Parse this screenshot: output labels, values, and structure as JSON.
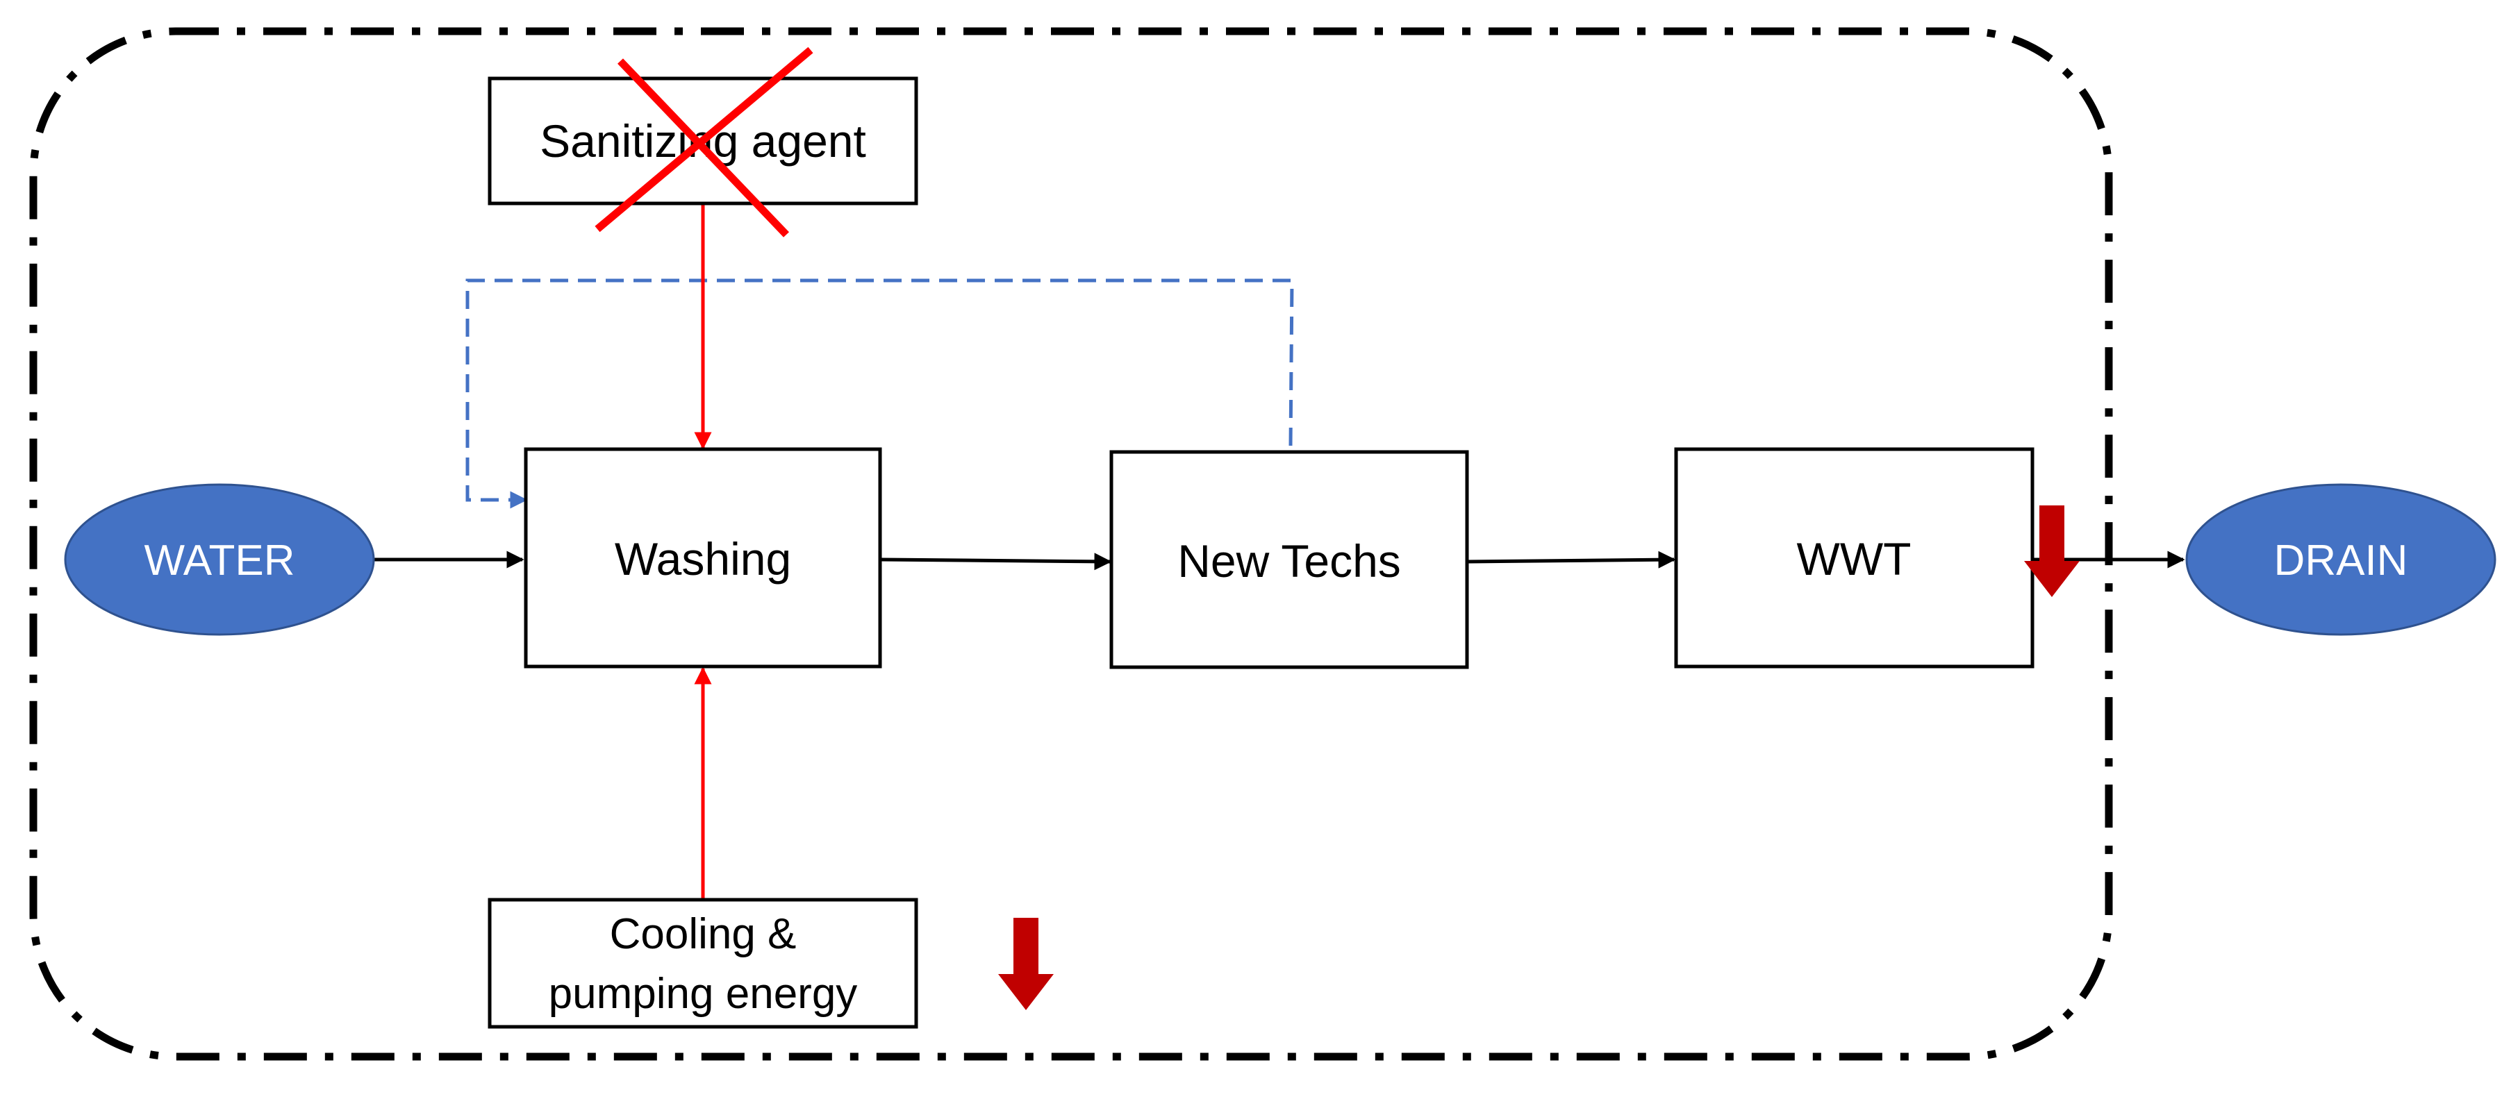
{
  "diagram": {
    "nodes": {
      "water": {
        "label": "WATER"
      },
      "washing": {
        "label": "Washing"
      },
      "new_techs": {
        "label": "New Techs"
      },
      "wwt": {
        "label": "WWT"
      },
      "drain": {
        "label": "DRAIN"
      },
      "sanitizing": {
        "label": "Sanitizing agent",
        "crossed_out": true
      },
      "cooling": {
        "line1": "Cooling &",
        "line2": "pumping energy"
      }
    },
    "colors": {
      "ellipse_fill": "#4472C4",
      "input_arrow": "#FF0000",
      "recycle_arrow": "#4472C4",
      "reduction_arrow": "#C00000",
      "cross": "#FF0000",
      "boundary": "#000000"
    },
    "edges": [
      {
        "from": "WATER",
        "to": "Washing"
      },
      {
        "from": "Washing",
        "to": "New Techs"
      },
      {
        "from": "New Techs",
        "to": "WWT"
      },
      {
        "from": "WWT",
        "to": "DRAIN"
      },
      {
        "from": "Sanitizing agent",
        "to": "Washing"
      },
      {
        "from": "Cooling & pumping energy",
        "to": "Washing"
      },
      {
        "from": "New Techs",
        "to": "Washing",
        "style": "dashed"
      }
    ],
    "reduction_indicators": [
      "Cooling & pumping energy",
      "WWT"
    ]
  }
}
